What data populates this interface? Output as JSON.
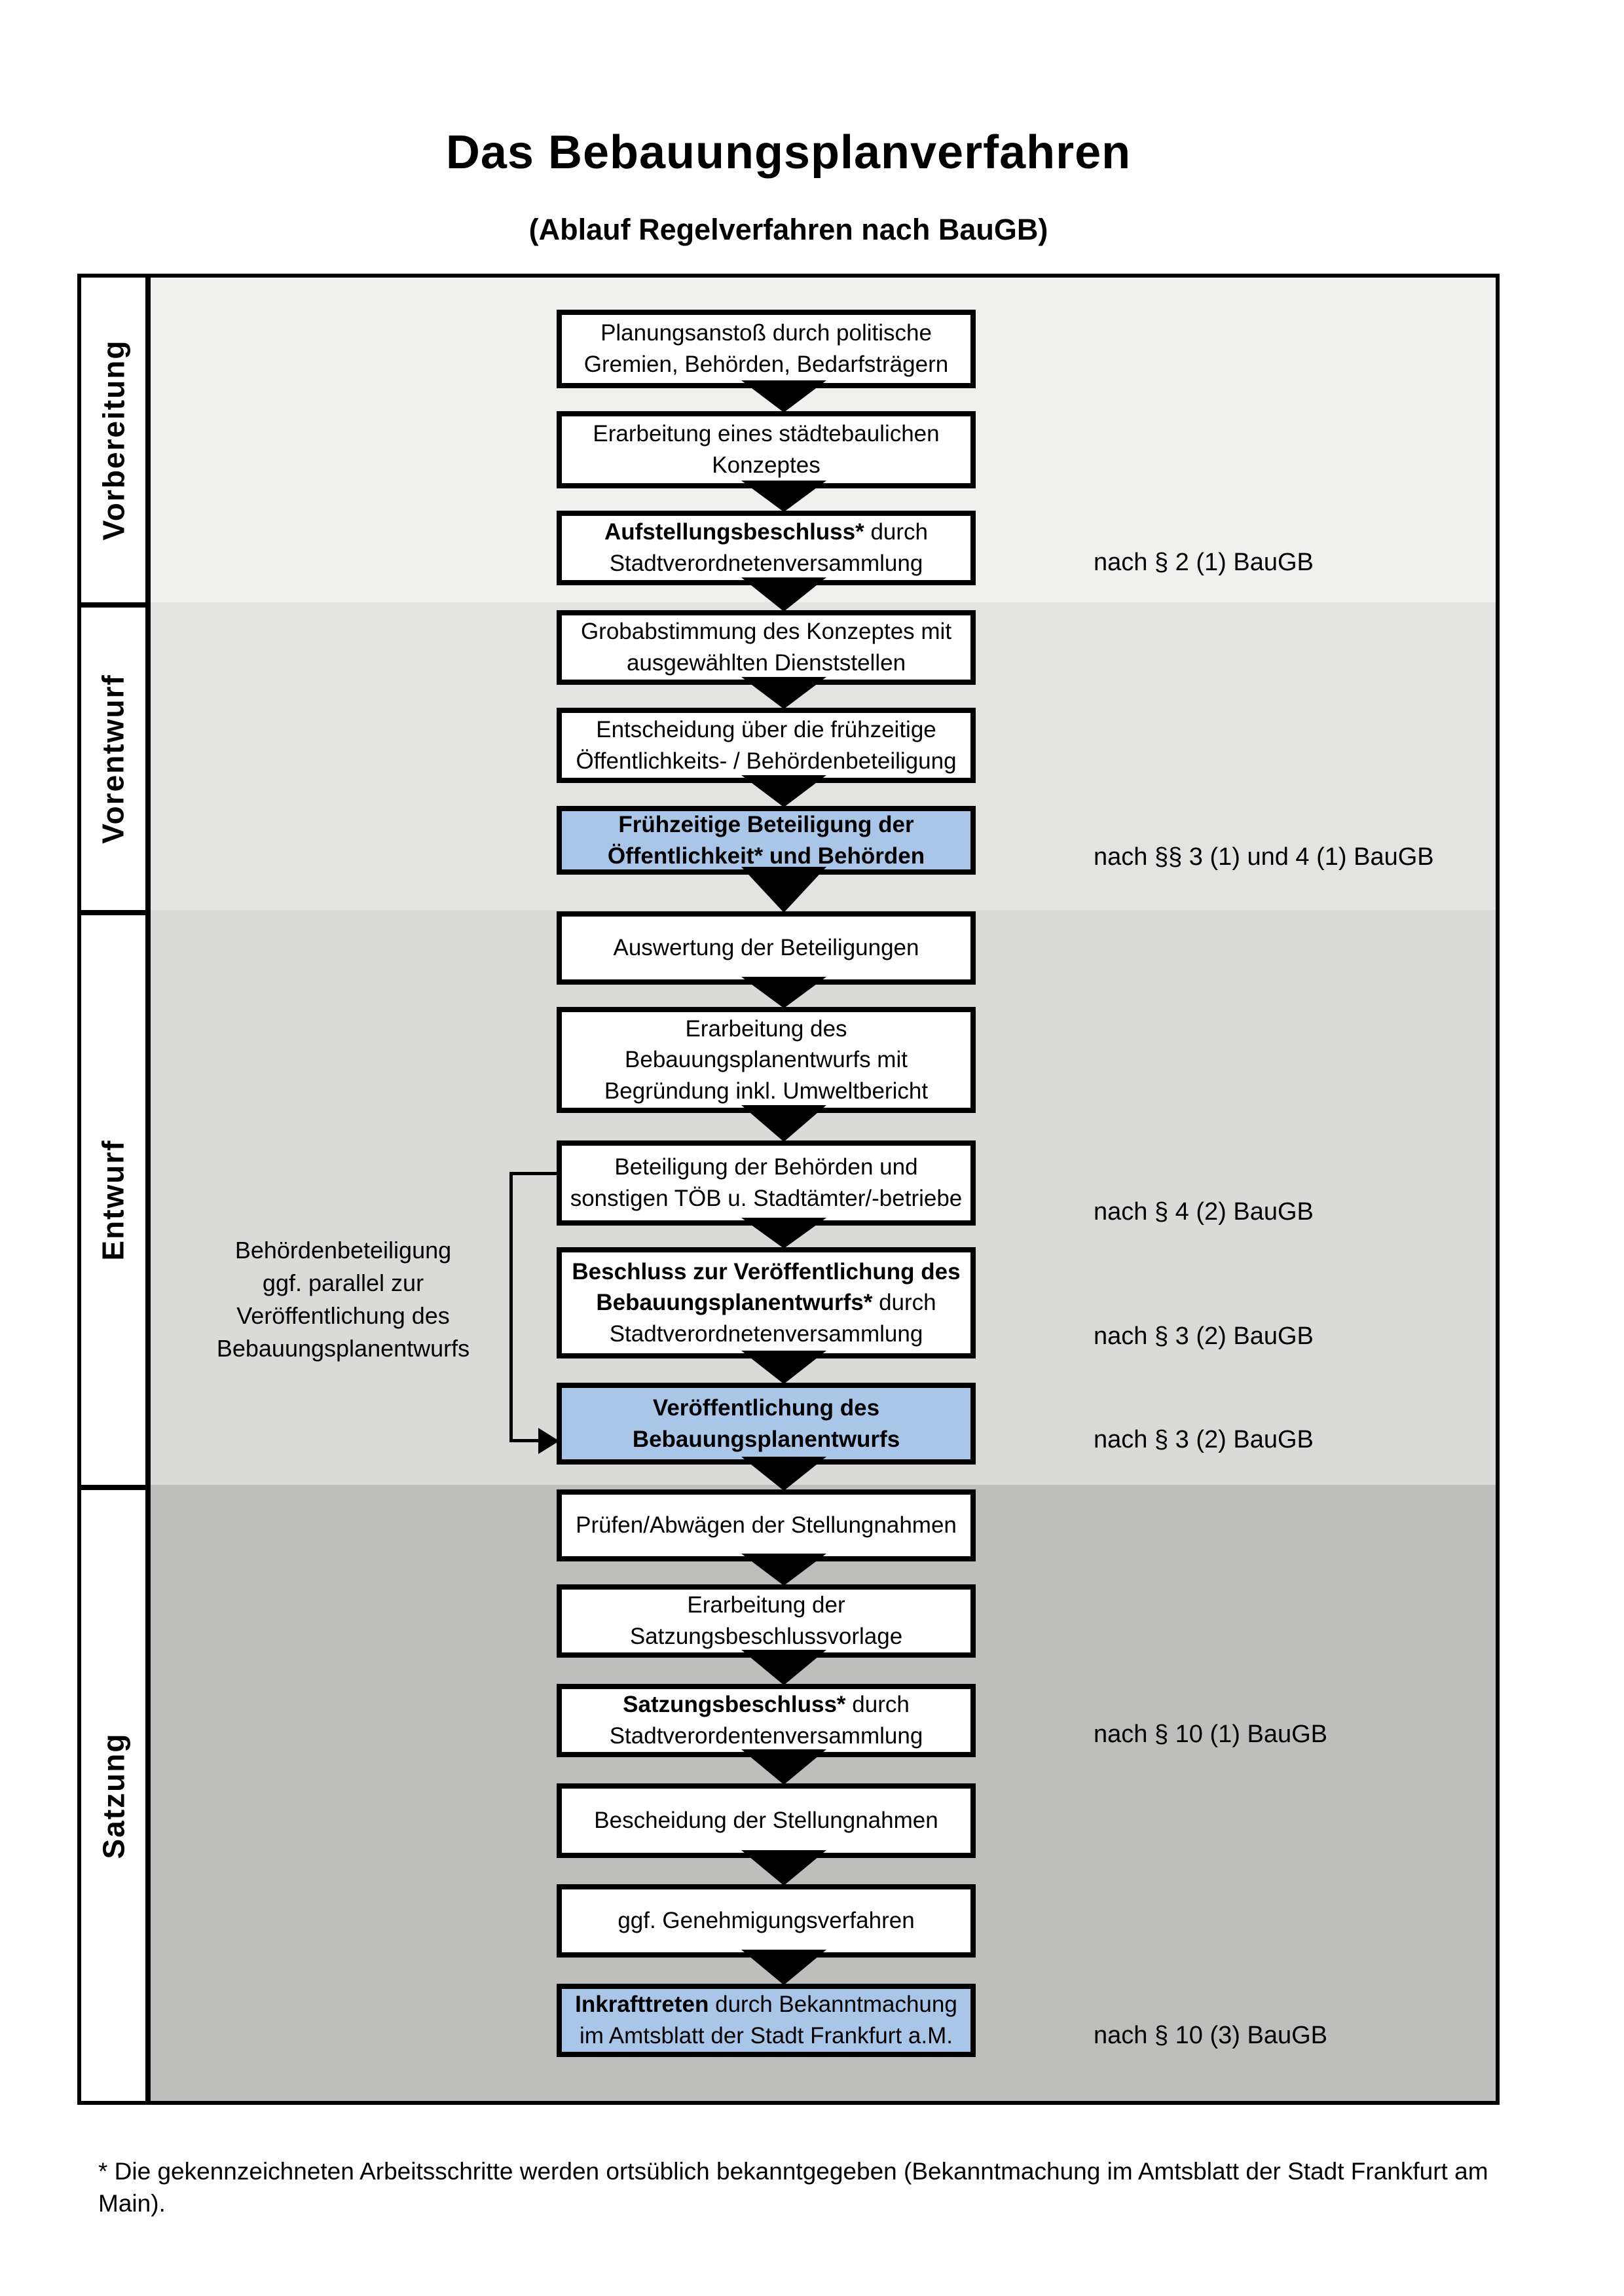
{
  "title": "Das Bebauungsplanverfahren",
  "subtitle": "(Ablauf Regelverfahren nach BauGB)",
  "phases": [
    {
      "label": "Vorbereitung"
    },
    {
      "label": "Vorentwurf"
    },
    {
      "label": "Entwurf"
    },
    {
      "label": "Satzung"
    }
  ],
  "steps": [
    {
      "bold": "",
      "text": "Planungsanstoß durch politische Gremien, Behörden, Bedarfsträgern",
      "highlight": false
    },
    {
      "bold": "",
      "text": "Erarbeitung eines städtebaulichen Konzeptes",
      "highlight": false
    },
    {
      "bold": "Aufstellungsbeschluss*",
      "text": " durch Stadtverordnetenversammlung",
      "highlight": false
    },
    {
      "bold": "",
      "text": "Grobabstimmung des Konzeptes mit ausgewählten Dienststellen",
      "highlight": false
    },
    {
      "bold": "",
      "text": "Entscheidung über die frühzeitige Öffentlichkeits- / Behördenbeteiligung",
      "highlight": false
    },
    {
      "bold": "Frühzeitige Beteiligung der Öffentlichkeit* und Behörden",
      "text": "",
      "highlight": true
    },
    {
      "bold": "",
      "text": "Auswertung der Beteiligungen",
      "highlight": false
    },
    {
      "bold": "",
      "text": "Erarbeitung des Bebauungsplanentwurfs mit Begründung inkl. Umweltbericht",
      "highlight": false
    },
    {
      "bold": "",
      "text": "Beteiligung der Behörden und sonstigen TÖB u. Stadtämter/-betriebe",
      "highlight": false
    },
    {
      "bold": "Beschluss zur Veröffentlichung des Bebauungsplanentwurfs*",
      "text": " durch Stadtverordnetenversammlung",
      "highlight": false
    },
    {
      "bold": "Veröffentlichung des Bebauungsplanentwurfs",
      "text": "",
      "highlight": true
    },
    {
      "bold": "",
      "text": "Prüfen/Abwägen der Stellungnahmen",
      "highlight": false
    },
    {
      "bold": "",
      "text": "Erarbeitung der Satzungsbeschlussvorlage",
      "highlight": false
    },
    {
      "bold": "Satzungsbeschluss*",
      "text": " durch Stadtverordentenversammlung",
      "highlight": false
    },
    {
      "bold": "",
      "text": "Bescheidung der Stellungnahmen",
      "highlight": false
    },
    {
      "bold": "",
      "text": "ggf. Genehmigungsverfahren",
      "highlight": false
    },
    {
      "bold": "Inkrafttreten",
      "text": " durch Bekanntmachung im Amtsblatt der Stadt Frankfurt a.M.",
      "highlight": true
    }
  ],
  "legal_refs": [
    "nach § 2 (1) BauGB",
    "nach §§ 3 (1) und 4 (1) BauGB",
    "nach § 4 (2) BauGB",
    "nach § 3 (2) BauGB",
    "nach § 3 (2) BauGB",
    "nach § 10 (1) BauGB",
    "nach § 10 (3) BauGB"
  ],
  "side_note": {
    "lines": [
      "Behördenbeteiligung",
      "ggf. parallel zur",
      "Veröffentlichung des",
      "Bebauungsplanentwurfs"
    ]
  },
  "footnote": "* Die gekennzeichneten Arbeitsschritte werden ortsüblich bekanntgegeben (Bekanntmachung im Amtsblatt  der Stadt Frankfurt am Main).",
  "colors": {
    "highlight_blue": "#a9c6e8",
    "band_vorbereitung": "#f0f0ee",
    "band_vorentwurf": "#e3e3e1",
    "band_entwurf": "#dadad8",
    "band_satzung": "#bebebc",
    "box_border": "#000000"
  }
}
